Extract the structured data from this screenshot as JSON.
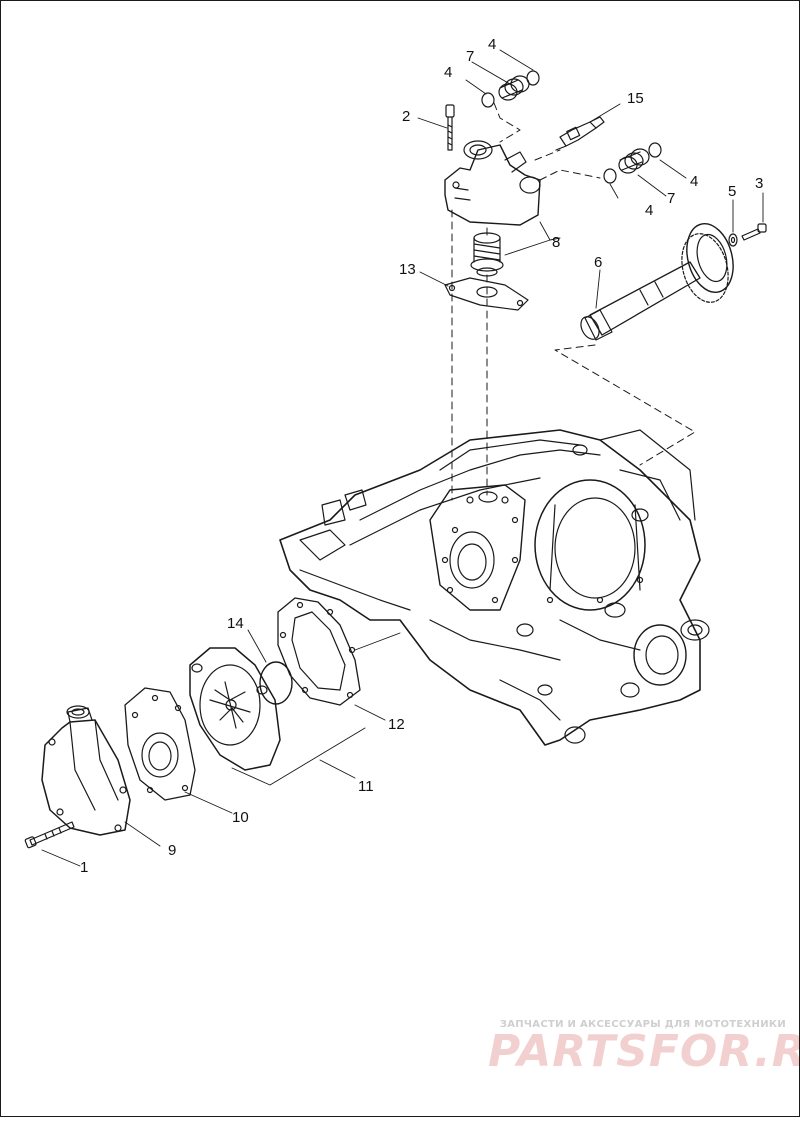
{
  "callouts": {
    "c1": "1",
    "c2": "2",
    "c3": "3",
    "c4a": "4",
    "c4b": "4",
    "c4c": "4",
    "c4d": "4",
    "c5": "5",
    "c6": "6",
    "c7a": "7",
    "c7b": "7",
    "c8": "8",
    "c9": "9",
    "c10": "10",
    "c11": "11",
    "c12": "12",
    "c13": "13",
    "c14": "14",
    "c15": "15"
  },
  "watermark": {
    "tagline": "ЗАПЧАСТИ И АКСЕССУАРЫ ДЛЯ МОТОТЕХНИКИ",
    "brand": "PARTSFOR.RU"
  },
  "colors": {
    "line": "#1a1a1a",
    "watermark_red": "#c82828",
    "watermark_grey": "#cfcfcf"
  }
}
